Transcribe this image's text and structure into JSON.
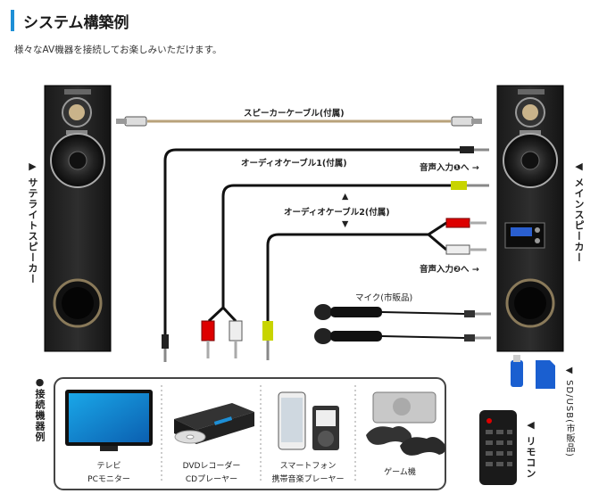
{
  "header": {
    "title": "システム構築例",
    "subtitle": "様々なAV機器を接続してお楽しみいただけます。"
  },
  "speakers": {
    "satellite_label": "▶ サテライトスピーカー",
    "main_label": "◀ メインスピーカー"
  },
  "cables": {
    "speaker_cable": "スピーカーケーブル(付属)",
    "audio_cable_1": "オーディオケーブル1(付属)",
    "audio_cable_2": "オーディオケーブル2(付属)",
    "input_1": "音声入力❶へ →",
    "input_2": "音声入力❷へ →",
    "mic": "マイク(市販品)",
    "arrow_up": "▲",
    "arrow_down": "▼"
  },
  "devices": {
    "section_label": "●接続機器例",
    "tv_line1": "テレビ",
    "tv_line2": "PCモニター",
    "dvd_line1": "DVDレコーダー",
    "dvd_line2": "CDプレーヤー",
    "phone_line1": "スマートフォン",
    "phone_line2": "携帯音楽プレーヤー",
    "game_line1": "ゲーム機"
  },
  "accessories": {
    "sd_usb_label": "◀ SD/USB(市販品)",
    "remote_label": "◀ リモコン"
  }
}
